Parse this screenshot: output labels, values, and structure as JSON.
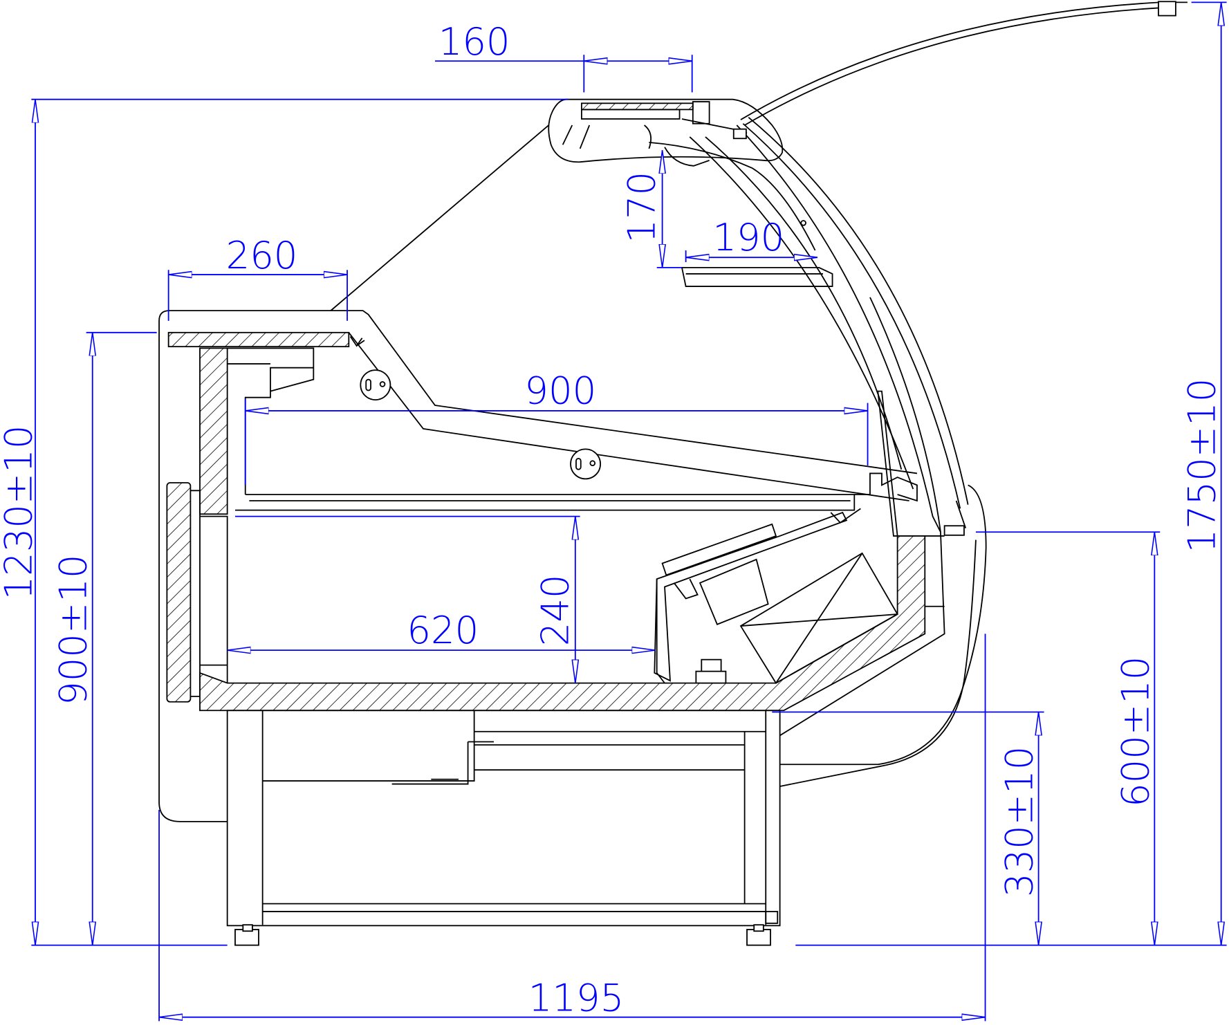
{
  "title": "Display counter side section with dimensions",
  "colors": {
    "dimension": "#0000ff",
    "drawing": "#000000"
  },
  "dimensions": {
    "canopy_depth": "160",
    "top_shelf_depth": "260",
    "canopy_to_shelf": "170",
    "glass_shelf_depth": "190",
    "display_depth": "900",
    "well_height": "240",
    "well_depth": "620",
    "overall_depth": "1195",
    "counter_height": "1230±10",
    "worktop_height": "900±10",
    "front_base_height": "330±10",
    "glass_base_height": "600±10",
    "overall_height": "1750±10"
  }
}
